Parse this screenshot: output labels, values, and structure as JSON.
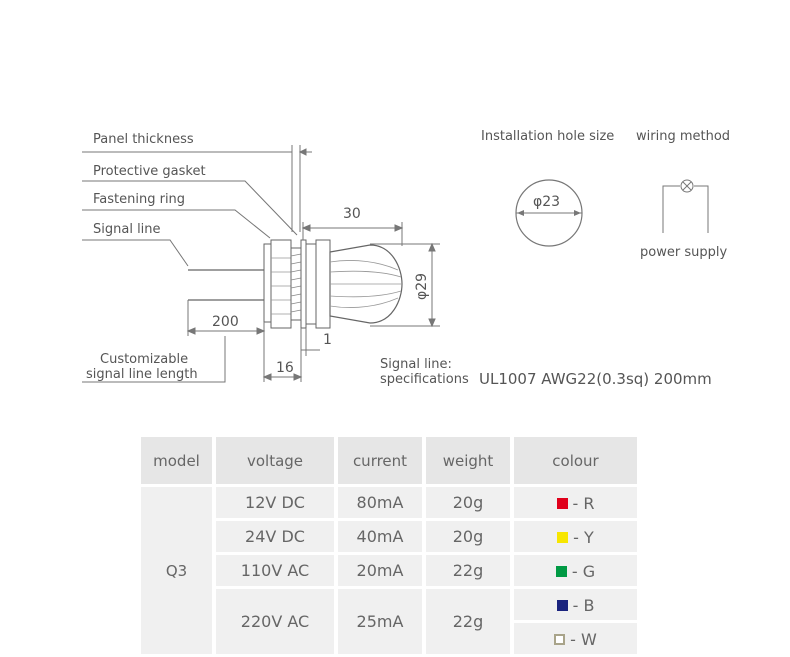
{
  "labels": {
    "panel_thickness": "Panel thickness",
    "protective_gasket": "Protective gasket",
    "fastening_ring": "Fastening ring",
    "signal_line": "Signal line",
    "customizable_line1": "Customizable",
    "customizable_line2": "signal line length",
    "install_hole": "Installation hole size",
    "wiring_method": "wiring method",
    "power_supply": "power supply",
    "signal_spec_line1": "Signal line:",
    "signal_spec_line2": "specifications",
    "signal_spec_value": "UL1007 AWG22(0.3sq) 200mm"
  },
  "dims": {
    "length_30": "30",
    "dia_29": "φ29",
    "len_200": "200",
    "len_16": "16",
    "len_1": "1",
    "hole_dia": "φ23"
  },
  "table": {
    "headers": [
      "model",
      "voltage",
      "current",
      "weight",
      "colour"
    ],
    "model": "Q3",
    "rows": [
      {
        "voltage": "12V DC",
        "current": "80mA",
        "weight": "20g"
      },
      {
        "voltage": "24V DC",
        "current": "40mA",
        "weight": "20g"
      },
      {
        "voltage": "110V AC",
        "current": "20mA",
        "weight": "22g"
      },
      {
        "voltage": "220V AC",
        "current": "25mA",
        "weight": "22g"
      }
    ],
    "colours": [
      {
        "label": "- R",
        "color": "#e0001b"
      },
      {
        "label": "- Y",
        "color": "#f7e600"
      },
      {
        "label": "- G",
        "color": "#009a44"
      },
      {
        "label": "- B",
        "color": "#1a237e"
      },
      {
        "label": "- W",
        "color": "#ffffff",
        "outline": "#a9a48a"
      }
    ]
  }
}
